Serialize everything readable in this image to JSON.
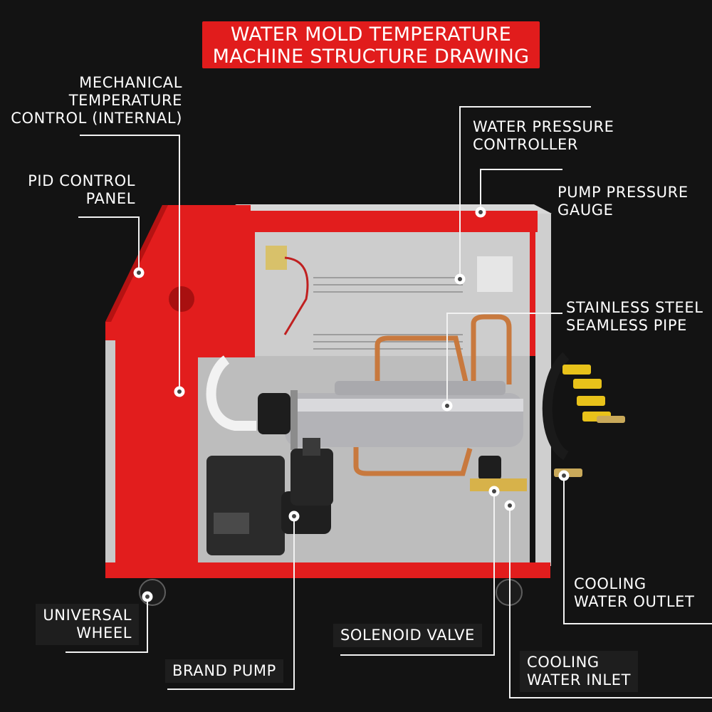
{
  "title": {
    "line1": "WATER MOLD TEMPERATURE",
    "line2": "MACHINE STRUCTURE DRAWING"
  },
  "labels": {
    "mechanical_temp_control": [
      "MECHANICAL",
      "TEMPERATURE",
      "CONTROL (INTERNAL)"
    ],
    "pid_control_panel": [
      "PID CONTROL",
      "PANEL"
    ],
    "water_pressure_controller": [
      "WATER PRESSURE",
      "CONTROLLER"
    ],
    "pump_pressure_gauge": [
      "PUMP PRESSURE",
      "GAUGE"
    ],
    "stainless_steel_pipe": [
      "STAINLESS STEEL",
      "SEAMLESS PIPE"
    ],
    "cooling_water_outlet": [
      "COOLING",
      "WATER OUTLET"
    ],
    "universal_wheel": [
      "UNIVERSAL",
      "WHEEL"
    ],
    "solenoid_valve": [
      "SOLENOID VALVE"
    ],
    "cooling_water_inlet": [
      "COOLING",
      "WATER INLET"
    ],
    "brand_pump": [
      "BRAND PUMP"
    ]
  },
  "colors": {
    "background": "#131313",
    "machine_red": "#e21d1d",
    "title_red": "#e11c1c",
    "leader_line": "#ffffff",
    "pipe_copper": "#c8793e",
    "valve_yellow": "#e8c21a"
  }
}
